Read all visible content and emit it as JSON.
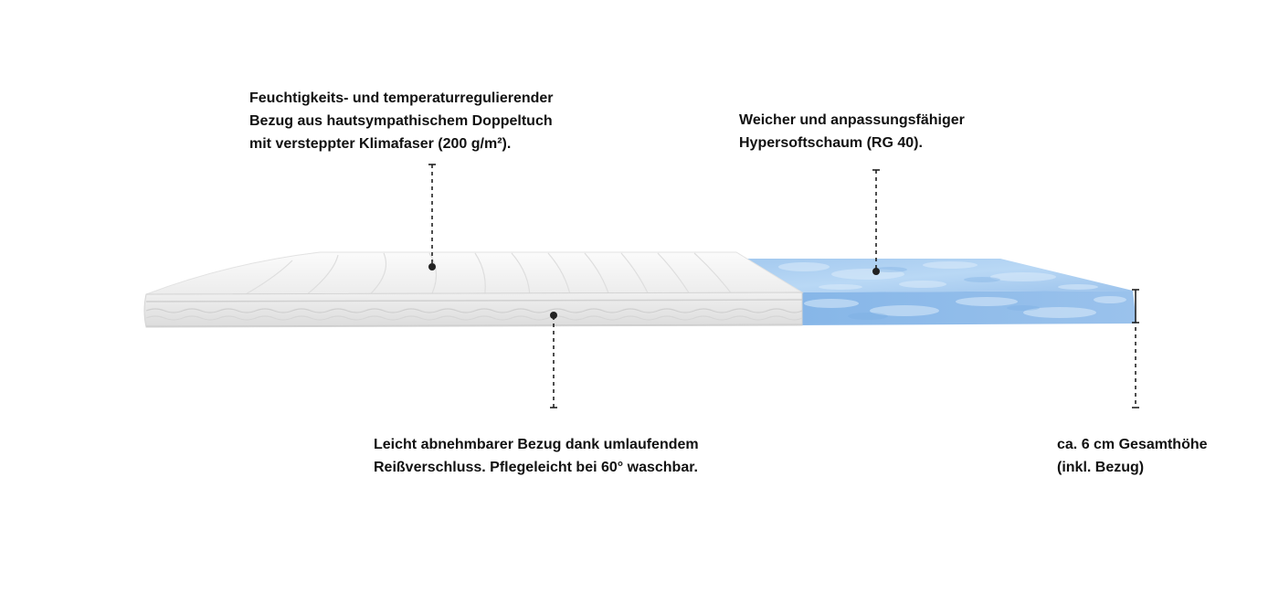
{
  "callouts": {
    "cover": {
      "lines": [
        "Feuchtigkeits- und temperaturregulierender",
        "Bezug aus hautsympathischem Doppeltuch",
        "mit versteppter Klimafaser (200 g/m²)."
      ]
    },
    "foam": {
      "lines": [
        "Weicher und anpassungsfähiger",
        "Hypersoftschaum (RG 40)."
      ]
    },
    "zipper": {
      "lines": [
        "Leicht abnehmbarer Bezug dank umlaufendem",
        "Reißverschluss. Pflegeleicht bei 60° waschbar."
      ]
    },
    "height": {
      "lines": [
        "ca. 6 cm Gesamthöhe",
        "(inkl. Bezug)"
      ]
    }
  },
  "colors": {
    "text": "#111111",
    "cover_top": "#f4f4f4",
    "cover_side": "#e6e6e6",
    "cover_seam": "#d8d8d8",
    "foam_top": "#a9cdf0",
    "foam_side": "#8dbbea",
    "foam_mottle": "#d6e9fa",
    "leader": "#222222"
  }
}
